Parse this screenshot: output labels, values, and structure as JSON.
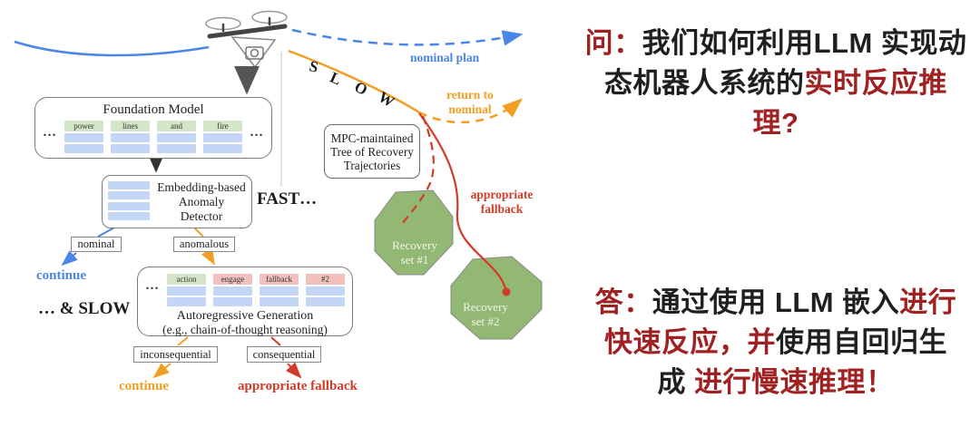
{
  "colors": {
    "blue": "#4a86e8",
    "orange": "#f29e23",
    "red": "#d33a28",
    "dark_red_text": "#a02121",
    "text_black": "#1f1f1f",
    "token_green": "#d4e6c8",
    "token_pink": "#f3c1bd",
    "token_blue_row": "#c3d6f5",
    "recovery_green": "#93b873"
  },
  "diagram": {
    "nominal_plan_label": "nominal plan",
    "slow_letters": [
      "S",
      "L",
      "O",
      "W"
    ],
    "return_to_nominal_line1": "return to",
    "return_to_nominal_line2": "nominal",
    "fast_label": "FAST…",
    "and_slow_label": "… & SLOW",
    "continue_nominal_label": "continue",
    "continue_inconsequential_label": "continue",
    "appropriate_fallback_bottom_label": "appropriate fallback",
    "appropriate_fallback_traj_line1": "appropriate",
    "appropriate_fallback_traj_line2": "fallback",
    "foundation_model": {
      "title": "Foundation Model",
      "ellipsis_left": "…",
      "ellipsis_right": "…",
      "tokens": [
        "power",
        "lines",
        "and",
        "fire"
      ]
    },
    "anomaly_detector": {
      "line1": "Embedding-based",
      "line2": "Anomaly Detector"
    },
    "branches": {
      "nominal": "nominal",
      "anomalous": "anomalous",
      "inconsequential": "inconsequential",
      "consequential": "consequential"
    },
    "autoregressive": {
      "ellipsis": "…",
      "tokens": [
        "action",
        "engage",
        "fallback",
        "#2"
      ],
      "caption_line1": "Autoregressive Generation",
      "caption_line2": "(e.g., chain-of-thought reasoning)"
    },
    "mpc_box": {
      "line1": "MPC-maintained",
      "line2": "Tree of Recovery",
      "line3": "Trajectories"
    },
    "recovery_set_1": {
      "line1": "Recovery",
      "line2": "set #1"
    },
    "recovery_set_2": {
      "line1": "Recovery",
      "line2": "set #2"
    }
  },
  "qa": {
    "question": {
      "l1_red": "问：",
      "l1_black": "我们如何利用LLM 实现动",
      "l2_black": "态机器人系统的",
      "l2_red": "实时反应推",
      "l3_red": "理?"
    },
    "answer": {
      "l1_red1": "答：",
      "l1_black": "通过使用 LLM 嵌入",
      "l1_red2": "进行",
      "l2_red": "快速反应，并",
      "l2_black": "使用自回归生",
      "l3_black": "成 ",
      "l3_red": "进行慢速推理！"
    }
  }
}
